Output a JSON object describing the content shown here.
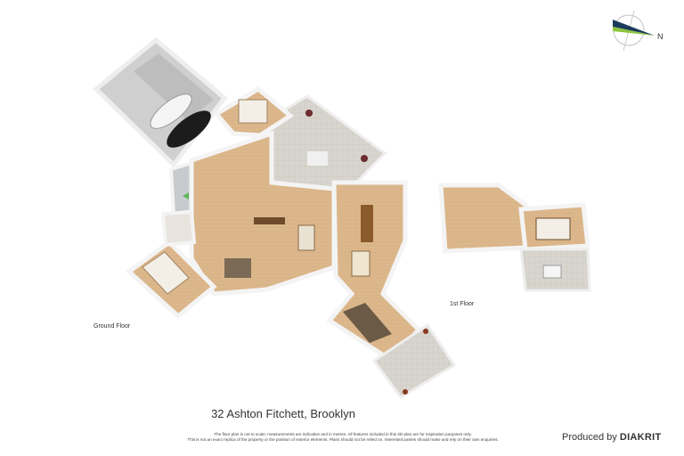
{
  "title": "32 Ashton Fitchett, Brooklyn",
  "floor_labels": {
    "ground": "Ground Floor",
    "first": "1st Floor"
  },
  "disclaimer": [
    "The floor plan is not to scale; measurements are indicative and in metres. All features included in this 3D plan are for inspiration purposes only.",
    "This is not an exact replica of the property or the position of exterior elements. Plans should not be relied on. Interested parties should make and rely on their own enquiries."
  ],
  "credit": {
    "prefix": "Produced by",
    "brand": "DIAKRIT"
  },
  "compass": {
    "label": "N",
    "icon": "compass-icon",
    "colors": {
      "dark": "#1b3b5c",
      "light": "#8cc63f"
    }
  },
  "colors": {
    "floor": "#d9b48a",
    "patio": "#d6d3cc",
    "garage": "#c9c9c9",
    "wall": "#f2f2f2"
  }
}
